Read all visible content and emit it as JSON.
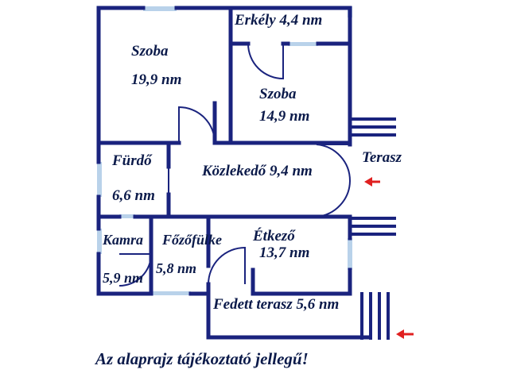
{
  "colors": {
    "wall": "#1a237e",
    "window": "#b9d2ea",
    "text": "#0b1a4a",
    "arrow": "#e02020"
  },
  "rooms": {
    "szoba_1": {
      "name": "Szoba",
      "area": "19,9 nm"
    },
    "erkely": {
      "label": "Erkély 4,4 nm"
    },
    "szoba_2": {
      "name": "Szoba",
      "area": "14,9 nm"
    },
    "terasz": {
      "label": "Terasz"
    },
    "furdo": {
      "name": "Fürdő",
      "area": "6,6 nm"
    },
    "kozlekedo": {
      "label": "Közlekedő 9,4 nm"
    },
    "kamra": {
      "name": "Kamra",
      "area": "5,9 nm"
    },
    "fozofulke": {
      "name": "Főzőfülke",
      "area": "5,8 nm"
    },
    "etkezo": {
      "name": "Étkező",
      "area": "13,7 nm"
    },
    "fedett_terasz": {
      "label": "Fedett terasz 5,6 nm"
    }
  },
  "note": "Az alaprajz tájékoztató jellegű!"
}
